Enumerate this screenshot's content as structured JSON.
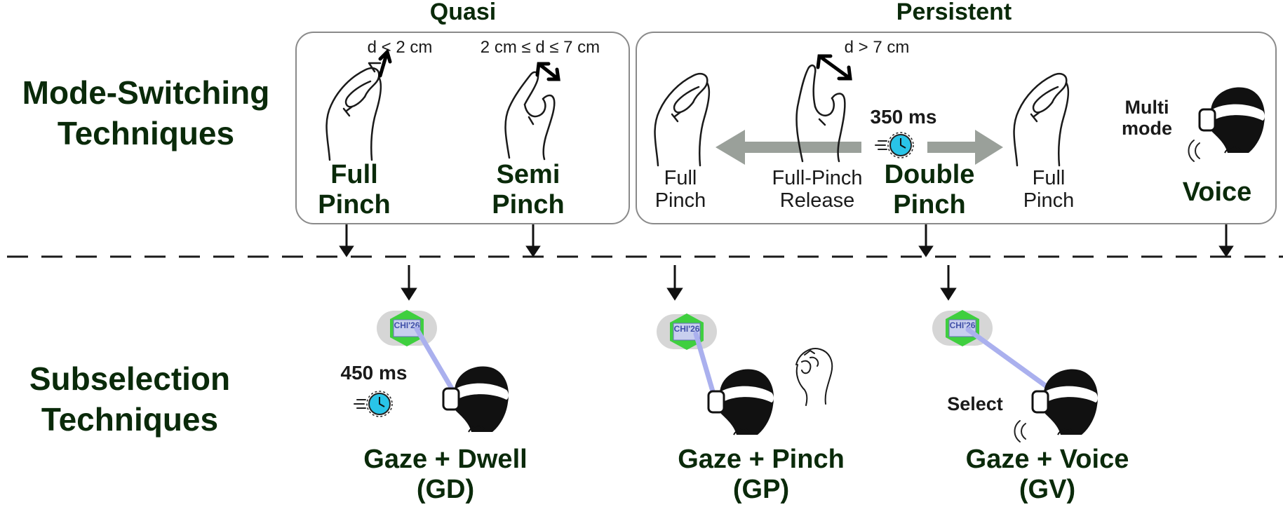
{
  "row_titles": {
    "mode_switching": [
      "Mode-Switching",
      "Techniques"
    ],
    "subselection": [
      "Subselection",
      "Techniques"
    ]
  },
  "groups": {
    "quasi": {
      "title": "Quasi",
      "techniques": [
        {
          "distance": "d < 2 cm",
          "name": [
            "Full",
            "Pinch"
          ]
        },
        {
          "distance": "2 cm ≤ d ≤ 7 cm",
          "name": [
            "Semi",
            "Pinch"
          ]
        }
      ]
    },
    "persistent": {
      "title": "Persistent",
      "double_pinch": {
        "left_pose": [
          "Full",
          "Pinch"
        ],
        "middle_pose": [
          "Full-Pinch",
          "Release"
        ],
        "right_pose": [
          "Full",
          "Pinch"
        ],
        "distance": "d > 7 cm",
        "interval": "350 ms",
        "name": [
          "Double",
          "Pinch"
        ]
      },
      "voice": {
        "command": [
          "Multi",
          "mode"
        ],
        "name": "Voice"
      }
    }
  },
  "subselection": [
    {
      "name": "Gaze + Dwell",
      "abbr": "(GD)",
      "extra": "450 ms",
      "target_label": "CHI'26"
    },
    {
      "name": "Gaze + Pinch",
      "abbr": "(GP)",
      "target_label": "CHI'26"
    },
    {
      "name": "Gaze + Voice",
      "abbr": "(GV)",
      "extra": "Select",
      "target_label": "CHI'26"
    }
  ],
  "colors": {
    "title_green": "#0a2a0a",
    "box_border": "#8a8a8a",
    "arrow_gray": "#9aa09a",
    "clock_blue": "#29c4e8",
    "target_green": "#3fcf3f",
    "gaze_ray": "#aab0ee",
    "target_bg": "#d6d6d6"
  },
  "icons": [
    "hand-pinch-icon",
    "hand-semi-pinch-icon",
    "hand-release-icon",
    "vr-head-icon",
    "clock-icon",
    "sound-wave-icon",
    "target-icon",
    "hand-fist-icon"
  ]
}
